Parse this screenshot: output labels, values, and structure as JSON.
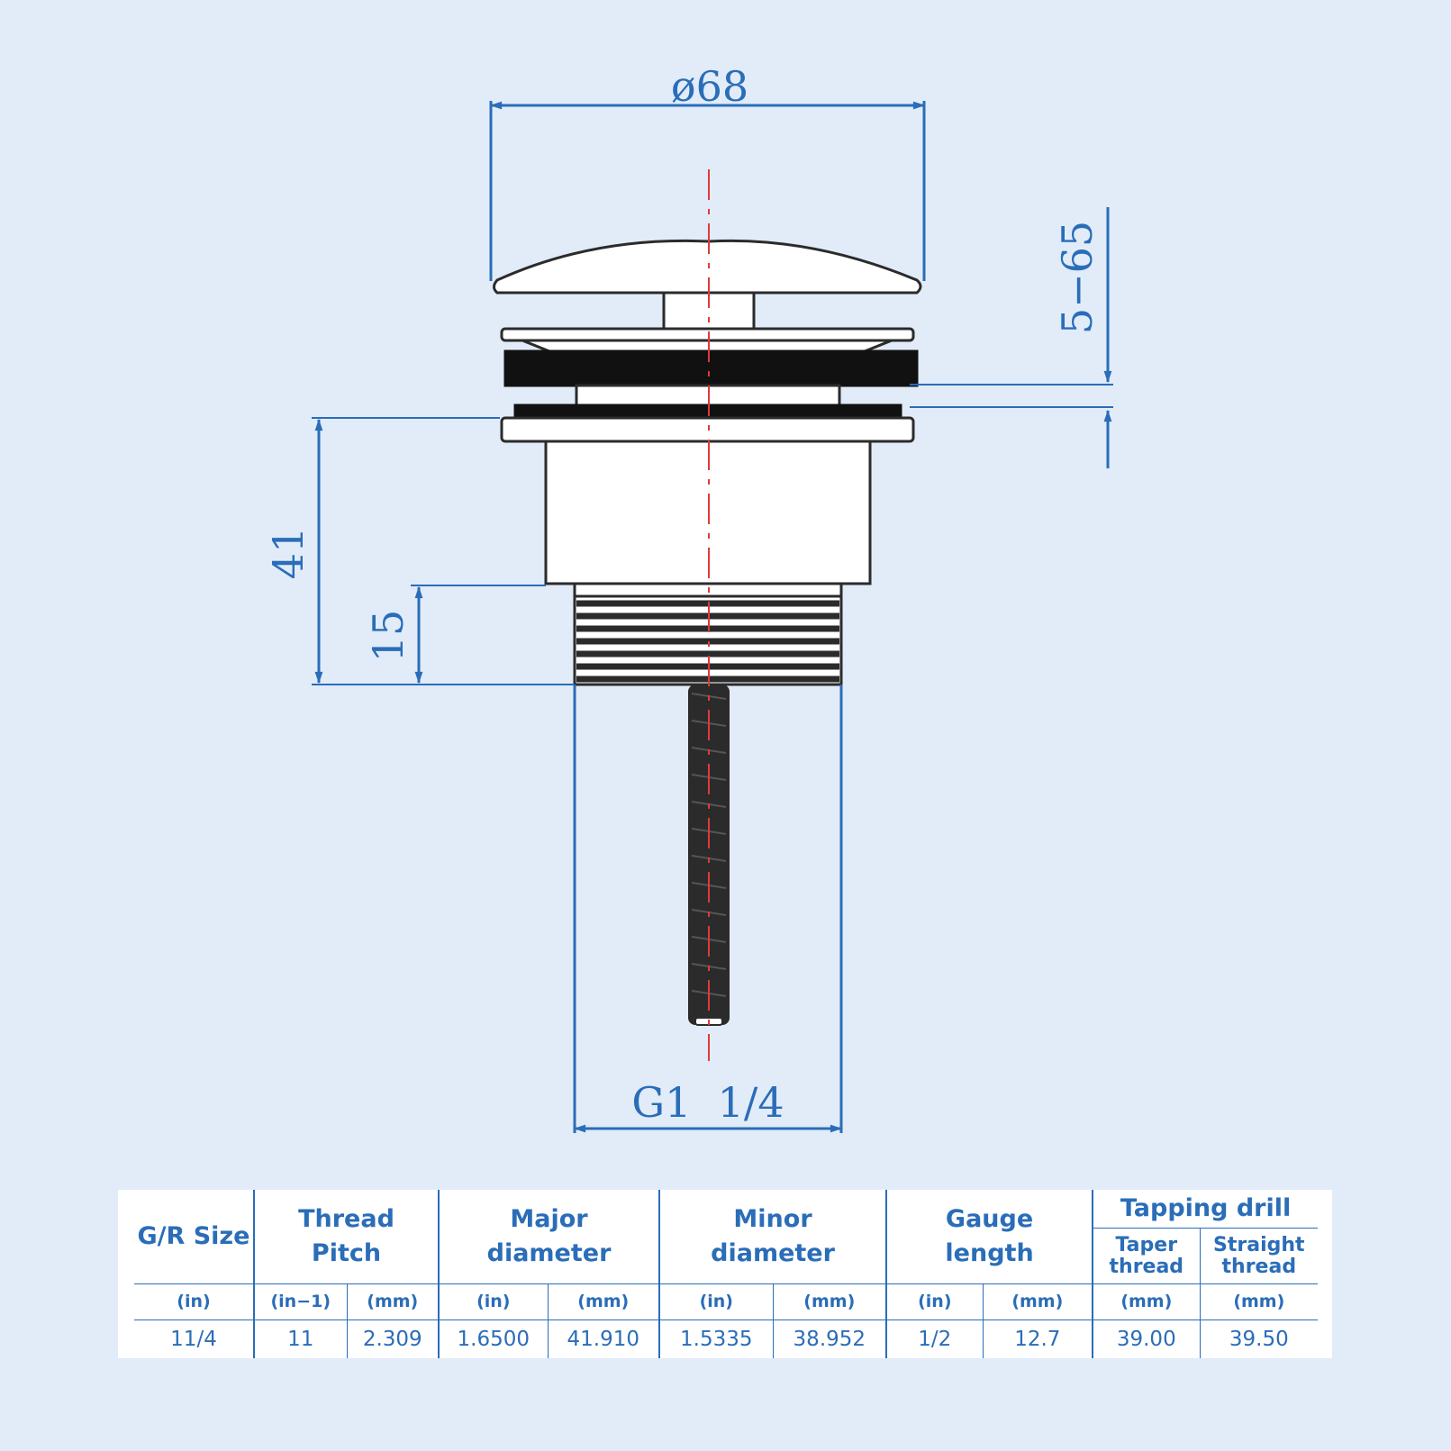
{
  "drawing": {
    "dimensions": {
      "top_diameter": "ø68",
      "height_range": "5−65",
      "body_height": "41",
      "thread_length": "15",
      "thread_size": "G1  1/4"
    },
    "colors": {
      "background": "#e1ecf8",
      "dimension_lines": "#2a6db8",
      "outline": "#2b2b2b",
      "centerline": "#e03a3a",
      "table_background": "#ffffff"
    }
  },
  "table": {
    "headers": {
      "gr_size": "G/R Size",
      "thread_pitch_1": "Thread",
      "thread_pitch_2": "Pitch",
      "major_1": "Major",
      "major_2": "diameter",
      "minor_1": "Minor",
      "minor_2": "diameter",
      "gauge_1": "Gauge",
      "gauge_2": "length",
      "tapping": "Tapping drill",
      "taper_1": "Taper",
      "taper_2": "thread",
      "straight_1": "Straight",
      "straight_2": "thread"
    },
    "units": [
      "(in)",
      "(in−1)",
      "(mm)",
      "(in)",
      "(mm)",
      "(in)",
      "(mm)",
      "(in)",
      "(mm)",
      "(mm)",
      "(mm)"
    ],
    "values": [
      "11/4",
      "11",
      "2.309",
      "1.6500",
      "41.910",
      "1.5335",
      "38.952",
      "1/2",
      "12.7",
      "39.00",
      "39.50"
    ]
  }
}
